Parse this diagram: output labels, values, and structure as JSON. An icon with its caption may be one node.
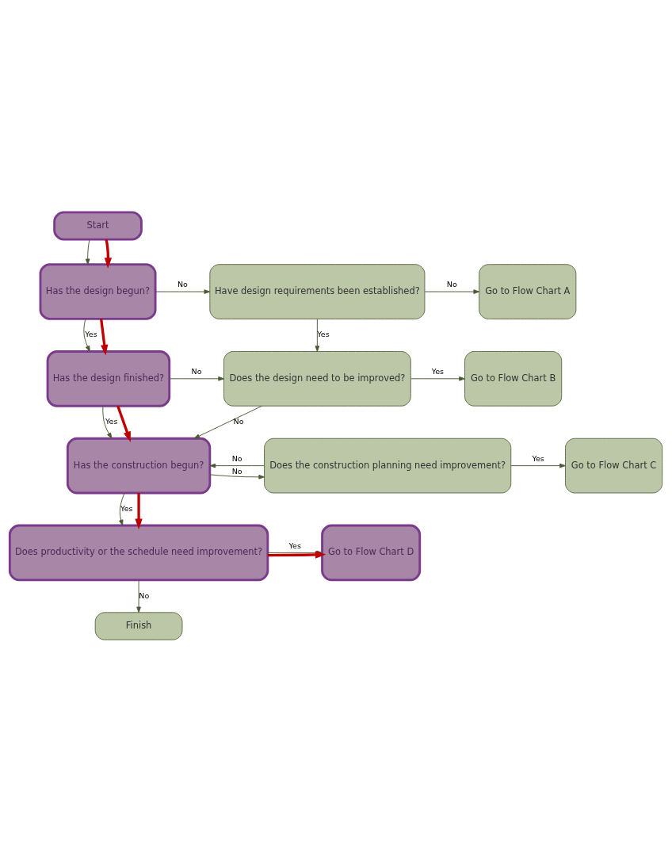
{
  "diagram": {
    "nodes": [
      {
        "text": [
          "Start"
        ]
      },
      {
        "text": [
          "Has the design begun?"
        ]
      },
      {
        "text": [
          "Have design requirements been established?"
        ]
      },
      {
        "text": [
          "Go to Flow Chart A"
        ]
      },
      {
        "text": [
          "Has the design finished?"
        ]
      },
      {
        "text": [
          "Does the design need to be improved?"
        ]
      },
      {
        "text": [
          "Go to Flow Chart B"
        ]
      },
      {
        "text": [
          "Has the construction begun?"
        ]
      },
      {
        "text": [
          "Does the construction planning need improvement?"
        ]
      },
      {
        "text": [
          "Go to Flow Chart C"
        ]
      },
      {
        "text": [
          "Does productivity or the schedule need improvement?"
        ]
      },
      {
        "text": [
          "Go to Flow Chart D"
        ]
      },
      {
        "text": [
          "Finish"
        ]
      }
    ],
    "edges": [
      {
        "from": 0,
        "to": 1,
        "arrow": "to"
      },
      {
        "from": 1,
        "to": 2,
        "arrow": "to",
        "label": "No"
      },
      {
        "from": 2,
        "to": 3,
        "arrow": "to",
        "label": "No"
      },
      {
        "from": 2,
        "to": 5,
        "arrow": "to",
        "label": "Yes"
      },
      {
        "from": 1,
        "to": 4,
        "arrow": "to",
        "label": "Yes"
      },
      {
        "from": 4,
        "to": 5,
        "arrow": "to",
        "label": "No"
      },
      {
        "from": 5,
        "to": 6,
        "arrow": "to",
        "label": "Yes"
      },
      {
        "from": 4,
        "to": 7,
        "arrow": "to",
        "label": "Yes"
      },
      {
        "from": 5,
        "to": 7,
        "arrow": "to",
        "label": "No"
      },
      {
        "from": 8,
        "to": 7,
        "arrow": "to",
        "label": "No"
      },
      {
        "from": 7,
        "to": 8,
        "arrow": "to",
        "label": "No"
      },
      {
        "from": 8,
        "to": 9,
        "arrow": "to",
        "label": "Yes"
      },
      {
        "from": 7,
        "to": 10,
        "arrow": "to",
        "label": "Yes"
      },
      {
        "from": 10,
        "to": 11,
        "arrow": "to",
        "label": "Yes"
      },
      {
        "from": 10,
        "to": 12,
        "arrow": "to",
        "label": "No"
      },
      {
        "from": 0,
        "to": 1,
        "arrow": "to",
        "style": "thick",
        "color": "#c00000"
      },
      {
        "from": 1,
        "to": 4,
        "arrow": "to",
        "style": "thick",
        "color": "#c00000"
      },
      {
        "from": 4,
        "to": 7,
        "arrow": "to",
        "style": "thick",
        "color": "#c00000"
      },
      {
        "from": 7,
        "to": 10,
        "arrow": "to",
        "style": "thick",
        "color": "#c00000"
      },
      {
        "from": 10,
        "to": 11,
        "arrow": "to",
        "style": "thick",
        "color": "#c00000"
      }
    ]
  }
}
